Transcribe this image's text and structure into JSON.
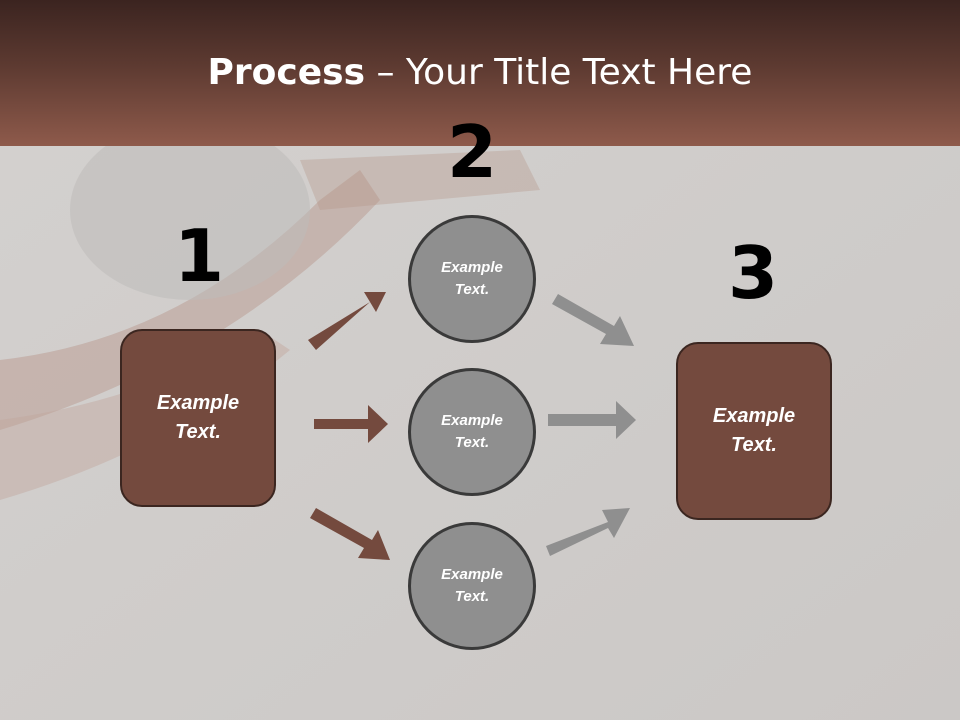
{
  "title": {
    "bold": "Process",
    "rest": " – Your Title Text Here"
  },
  "numbers": [
    "1",
    "2",
    "3"
  ],
  "left_box": "Example Text.",
  "right_box": "Example Text.",
  "circles": [
    "Example Text.",
    "Example Text.",
    "Example Text."
  ],
  "colors": {
    "brown": "#744a3e",
    "header": "#5d3a31",
    "grey": "#8f8f8f"
  }
}
